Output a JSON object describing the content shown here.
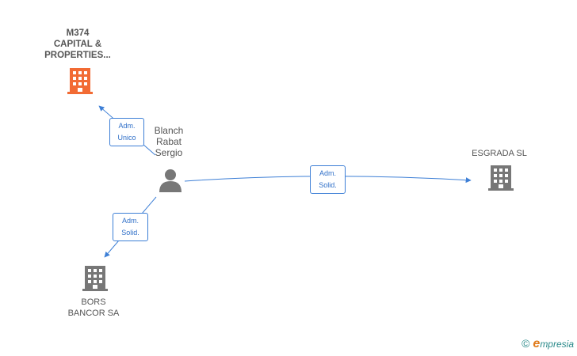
{
  "nodes": {
    "m374": {
      "label_lines": [
        "M374",
        "CAPITAL &",
        "PROPERTIES..."
      ],
      "type": "company",
      "color": "#f26b34"
    },
    "blanch": {
      "label_lines": [
        "Blanch",
        "Rabat",
        "Sergio"
      ],
      "type": "person",
      "color": "#777777"
    },
    "esgrada": {
      "label_lines": [
        "ESGRADA SL"
      ],
      "type": "company",
      "color": "#777777"
    },
    "bors": {
      "label_lines": [
        "BORS",
        "BANCOR SA"
      ],
      "type": "company",
      "color": "#777777"
    }
  },
  "edges": {
    "to_m374": {
      "lines": [
        "Adm.",
        "Unico"
      ]
    },
    "to_esgrada": {
      "lines": [
        "Adm.",
        "Solid."
      ]
    },
    "to_bors": {
      "lines": [
        "Adm.",
        "Solid."
      ]
    }
  },
  "colors": {
    "edge": "#3d7fd6",
    "accent": "#f26b34",
    "icon": "#777777"
  },
  "footer": {
    "copyright": "©",
    "brand_initial": "e",
    "brand_rest": "mpresia"
  }
}
